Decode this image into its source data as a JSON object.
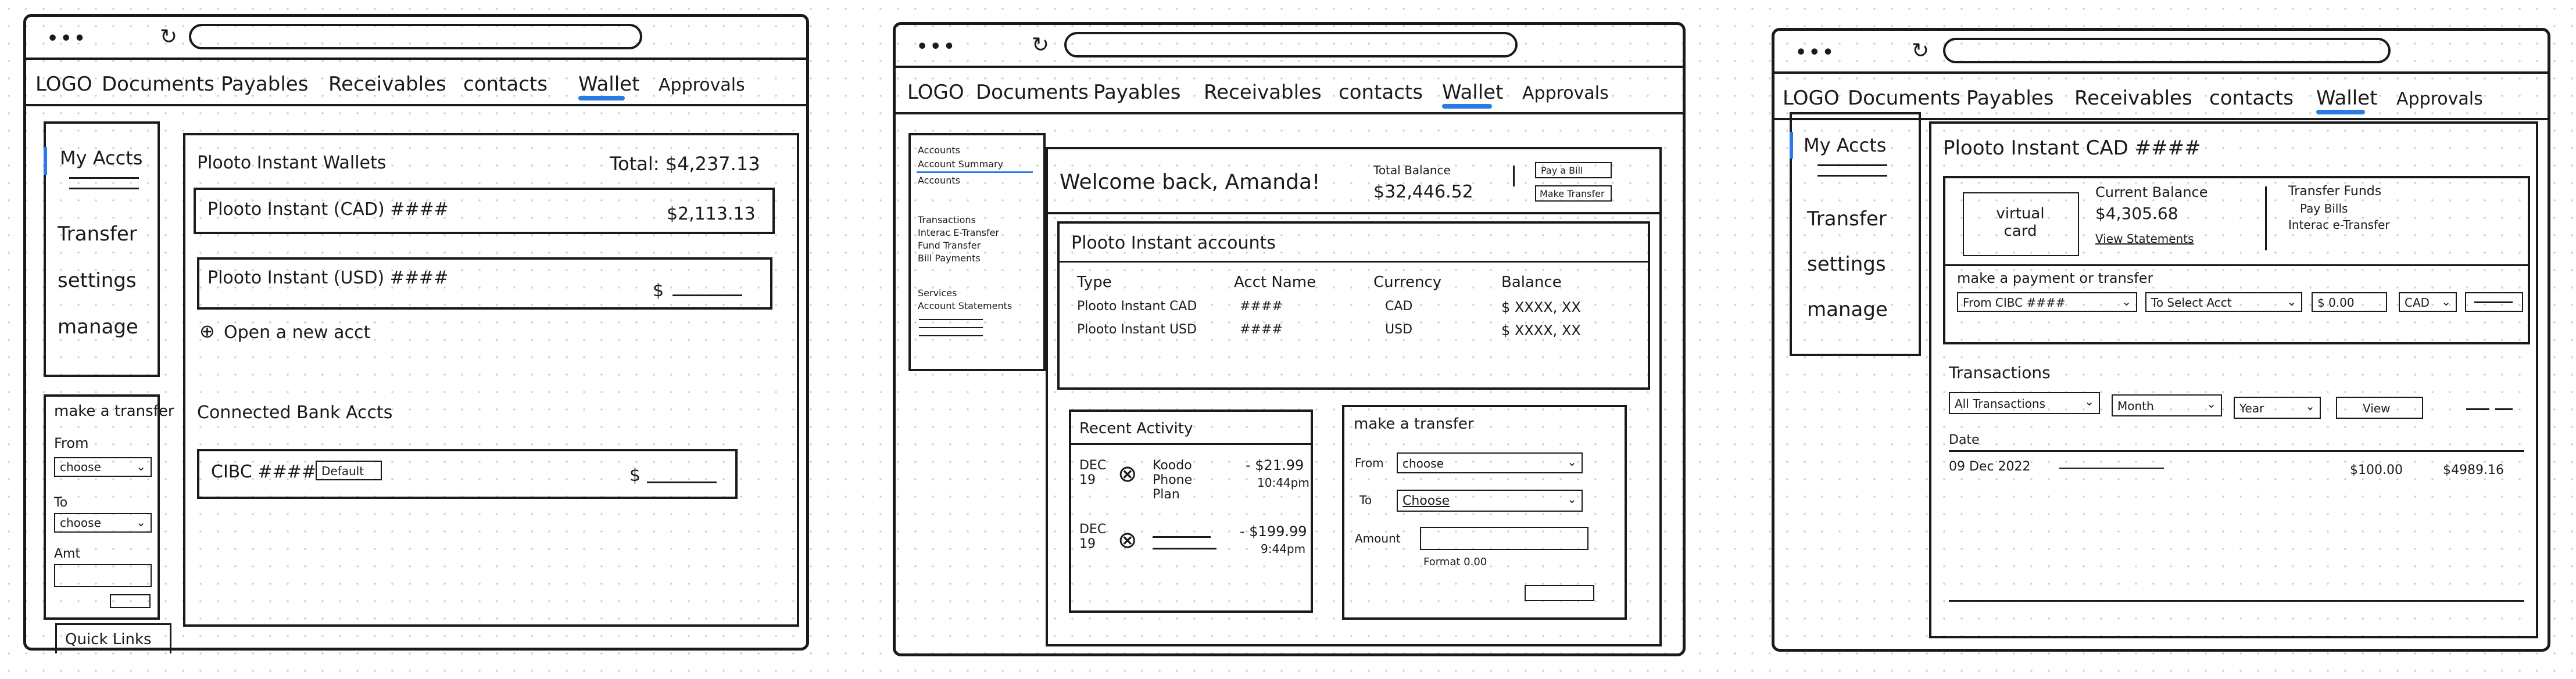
{
  "nav": {
    "logo": "LOGO",
    "documents": "Documents",
    "payables": "Payables",
    "receivables": "Receivables",
    "contacts": "contacts",
    "wallet": "Wallet",
    "approvals": "Approvals"
  },
  "colors": {
    "accent": "#2979e6",
    "ink": "#1a1a1a",
    "grid": "#cfcfcf"
  },
  "icons": {
    "dots": "•••",
    "reload": "↻",
    "caret": "⌄",
    "close": "⊗",
    "plus": "⊕"
  },
  "screen1": {
    "sidebar": {
      "my_accts": "My Accts",
      "transfer": "Transfer",
      "settings": "settings",
      "manage": "manage"
    },
    "transfer_box": {
      "title": "make a transfer",
      "from": "From",
      "from_value": "choose",
      "to": "To",
      "to_value": "choose",
      "amt": "Amt"
    },
    "quick_links": "Quick Links",
    "wallets_title": "Plooto Instant Wallets",
    "total": "Total: $4,237.13",
    "cad_wallet": "Plooto Instant (CAD) ####",
    "cad_amount": "$2,113.13",
    "usd_wallet": "Plooto Instant (USD) ####",
    "usd_amount": "$",
    "open_acct": "Open a new acct",
    "connected_title": "Connected Bank Accts",
    "cibc": "CIBC ####",
    "default_badge": "Default",
    "cibc_amount": "$"
  },
  "screen2": {
    "sidebar": [
      "Accounts",
      "Account Summary",
      "Accounts",
      "",
      "Transactions",
      "Interac E-Transfer",
      "Fund Transfer",
      "Bill Payments",
      "",
      "Services",
      "Account Statements"
    ],
    "welcome": "Welcome back, Amanda!",
    "total_balance_label": "Total Balance",
    "total_balance_value": "$32,446.52",
    "pay_bill": "Pay a Bill",
    "make_transfer_btn": "Make Transfer",
    "accounts_title": "Plooto Instant accounts",
    "table_headers": [
      "Type",
      "Acct Name",
      "Currency",
      "Balance"
    ],
    "table_rows": [
      [
        "Plooto Instant CAD",
        "####",
        "CAD",
        "$ XXXX, XX"
      ],
      [
        "Plooto Instant USD",
        "####",
        "USD",
        "$ XXXX, XX"
      ]
    ],
    "recent_title": "Recent Activity",
    "activity": [
      {
        "date": "DEC 19",
        "desc": "Koodo Phone Plan",
        "amount": "- $21.99",
        "time": "10:44pm"
      },
      {
        "date": "DEC 19",
        "desc": "",
        "amount": "- $199.99",
        "time": "9:44pm"
      }
    ],
    "transfer_title": "make a transfer",
    "from": "From",
    "from_value": "choose",
    "to": "To",
    "to_value": "Choose",
    "amount": "Amount",
    "format": "Format 0.00"
  },
  "screen3": {
    "sidebar": {
      "my_accts": "My Accts",
      "transfer": "Transfer",
      "settings": "settings",
      "manage": "manage"
    },
    "title": "Plooto Instant CAD ####",
    "virtual_card": "virtual card",
    "current_balance_label": "Current Balance",
    "current_balance_value": "$4,305.68",
    "view_statements": "View Statements",
    "transfer_funds": "Transfer Funds",
    "pay_bills": "Pay Bills",
    "interac": "Interac e-Transfer",
    "payment_title": "make a payment or transfer",
    "from_field": "From CIBC ####",
    "to_field": "To Select Acct",
    "amount_field": "$ 0.00",
    "currency_field": "CAD",
    "transactions_title": "Transactions",
    "filter_all": "All Transactions",
    "filter_month": "Month",
    "filter_year": "Year",
    "view_btn": "View",
    "date_header": "Date",
    "rows": [
      {
        "date": "09 Dec 2022",
        "amount": "$100.00",
        "balance": "$4989.16"
      }
    ]
  }
}
